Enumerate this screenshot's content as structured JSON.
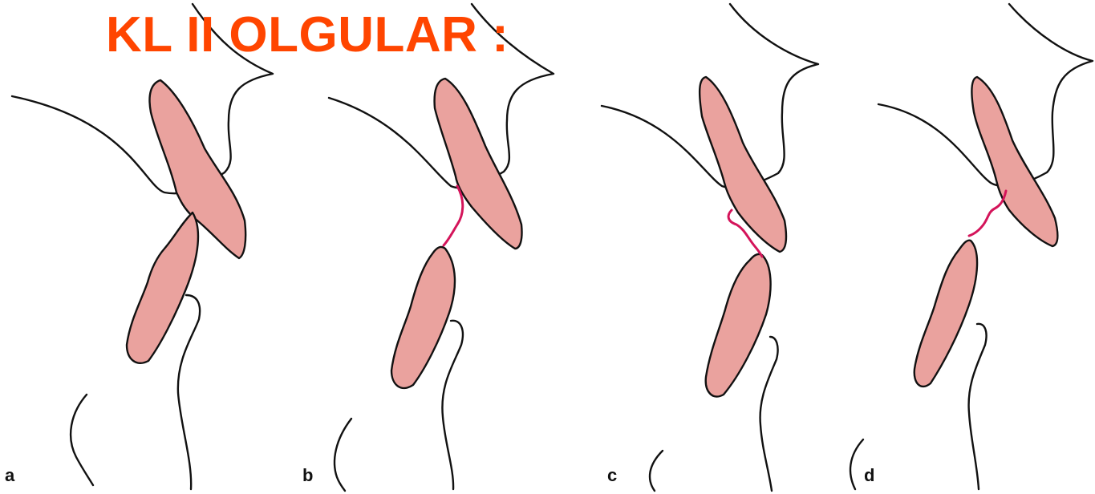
{
  "title": "KL II OLGULAR :",
  "panels": [
    {
      "label": "a"
    },
    {
      "label": "b"
    },
    {
      "label": "c"
    },
    {
      "label": "d"
    }
  ],
  "colors": {
    "title": "#ff4500",
    "tooth_fill": "#eaa29e",
    "contact_line": "#d4145a",
    "outline": "#111111"
  }
}
